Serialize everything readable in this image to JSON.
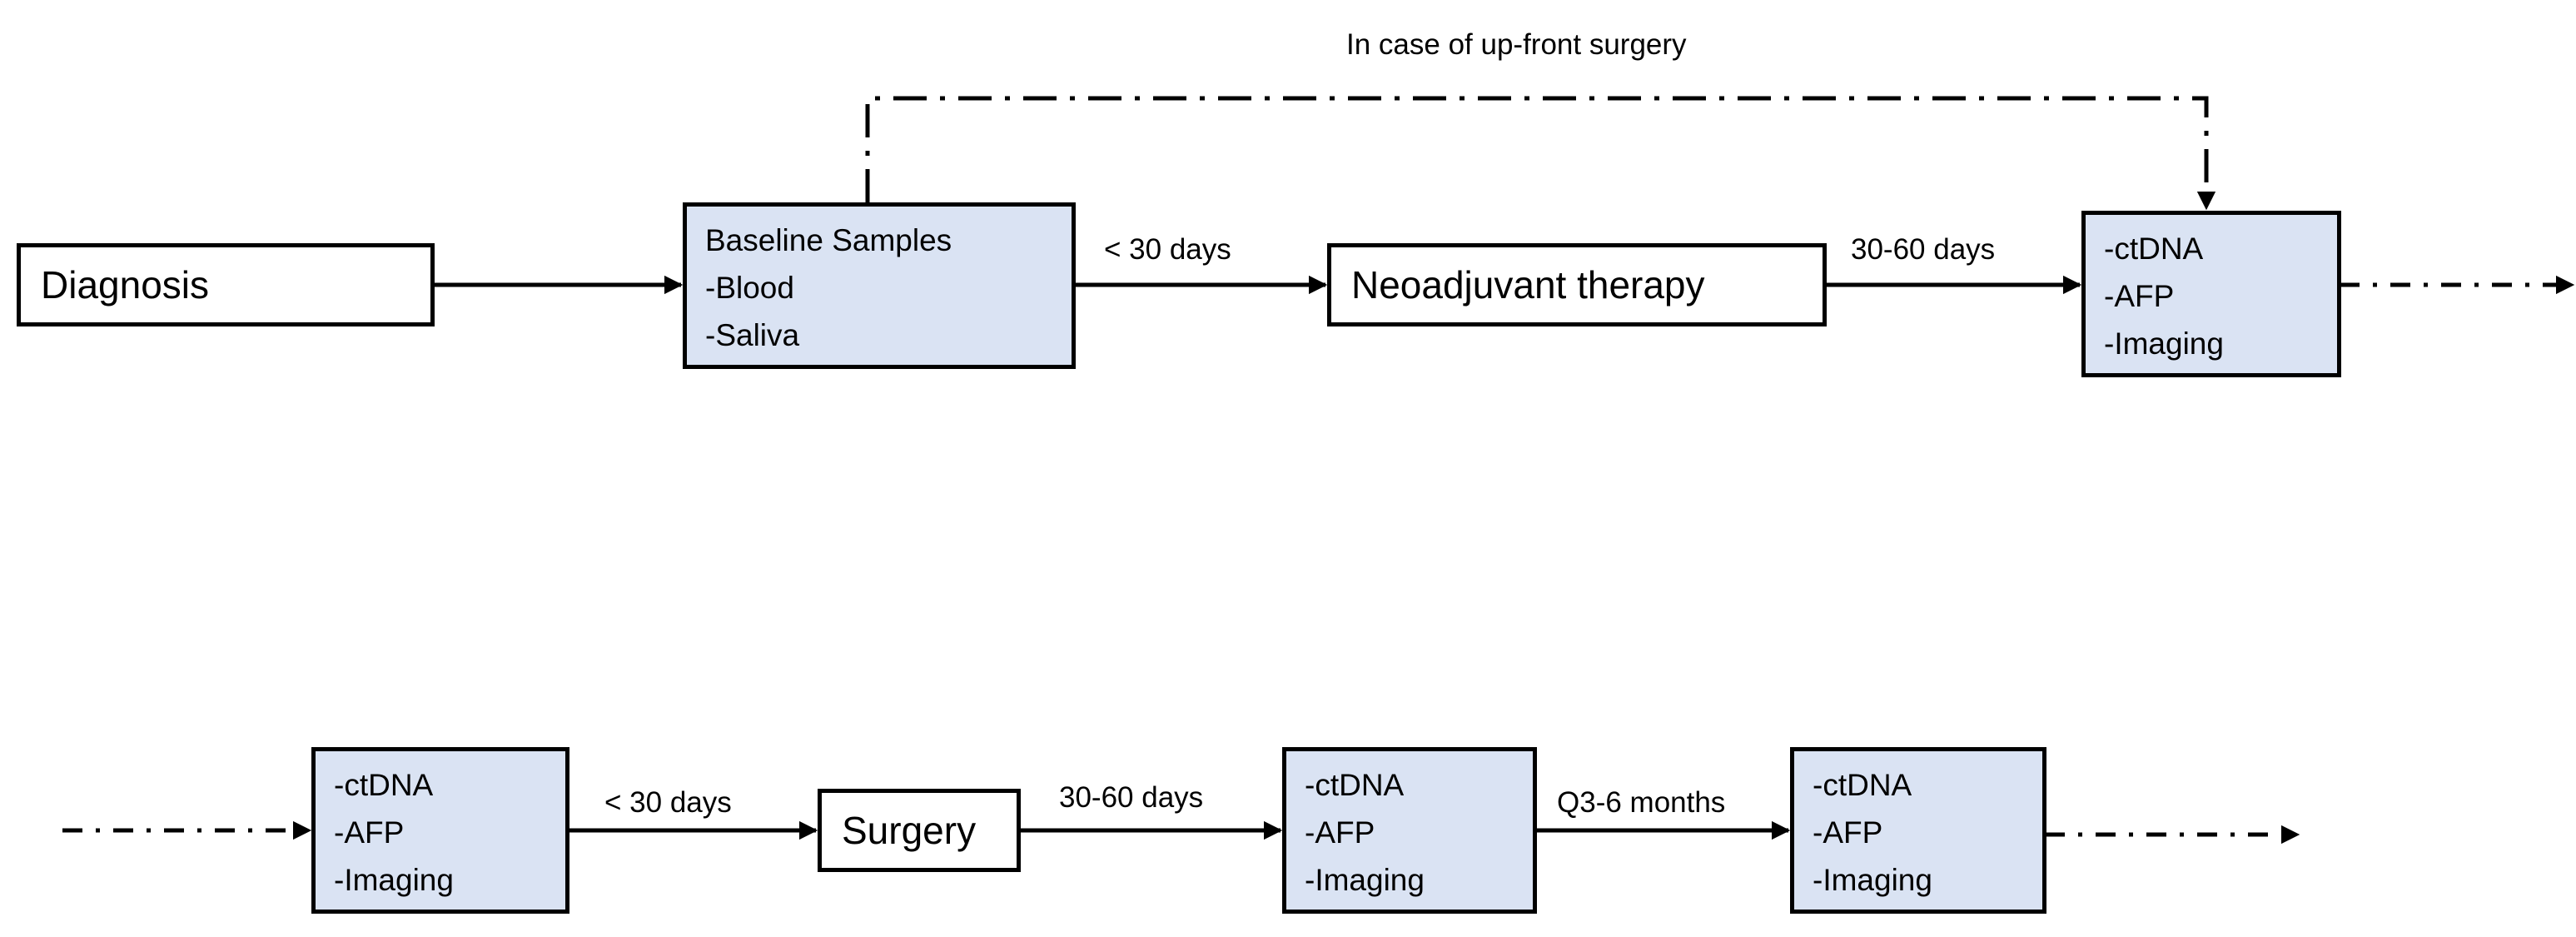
{
  "diagram": {
    "top_path_label": "In case of up-front surgery",
    "nodes": {
      "diagnosis": "Diagnosis",
      "baseline": {
        "title": "Baseline Samples",
        "items": [
          "-Blood",
          "-Saliva"
        ]
      },
      "neoadjuvant": "Neoadjuvant therapy",
      "post_neoadjuvant": {
        "items": [
          "-ctDNA",
          "-AFP",
          "-Imaging"
        ]
      },
      "pre_surgery": {
        "items": [
          "-ctDNA",
          "-AFP",
          "-Imaging"
        ]
      },
      "surgery": "Surgery",
      "post_surgery": {
        "items": [
          "-ctDNA",
          "-AFP",
          "-Imaging"
        ]
      },
      "followup": {
        "items": [
          "-ctDNA",
          "-AFP",
          "-Imaging"
        ]
      }
    },
    "edge_labels": {
      "baseline_to_neoadjuvant": "< 30 days",
      "neoadjuvant_to_monitoring": "30-60 days",
      "monitoring_to_surgery": "< 30 days",
      "surgery_to_monitoring": "30-60 days",
      "monitoring_to_followup": "Q3-6 months"
    },
    "colors": {
      "sample_box_fill": "#dae3f3",
      "stroke": "#000000",
      "background": "#ffffff"
    }
  }
}
